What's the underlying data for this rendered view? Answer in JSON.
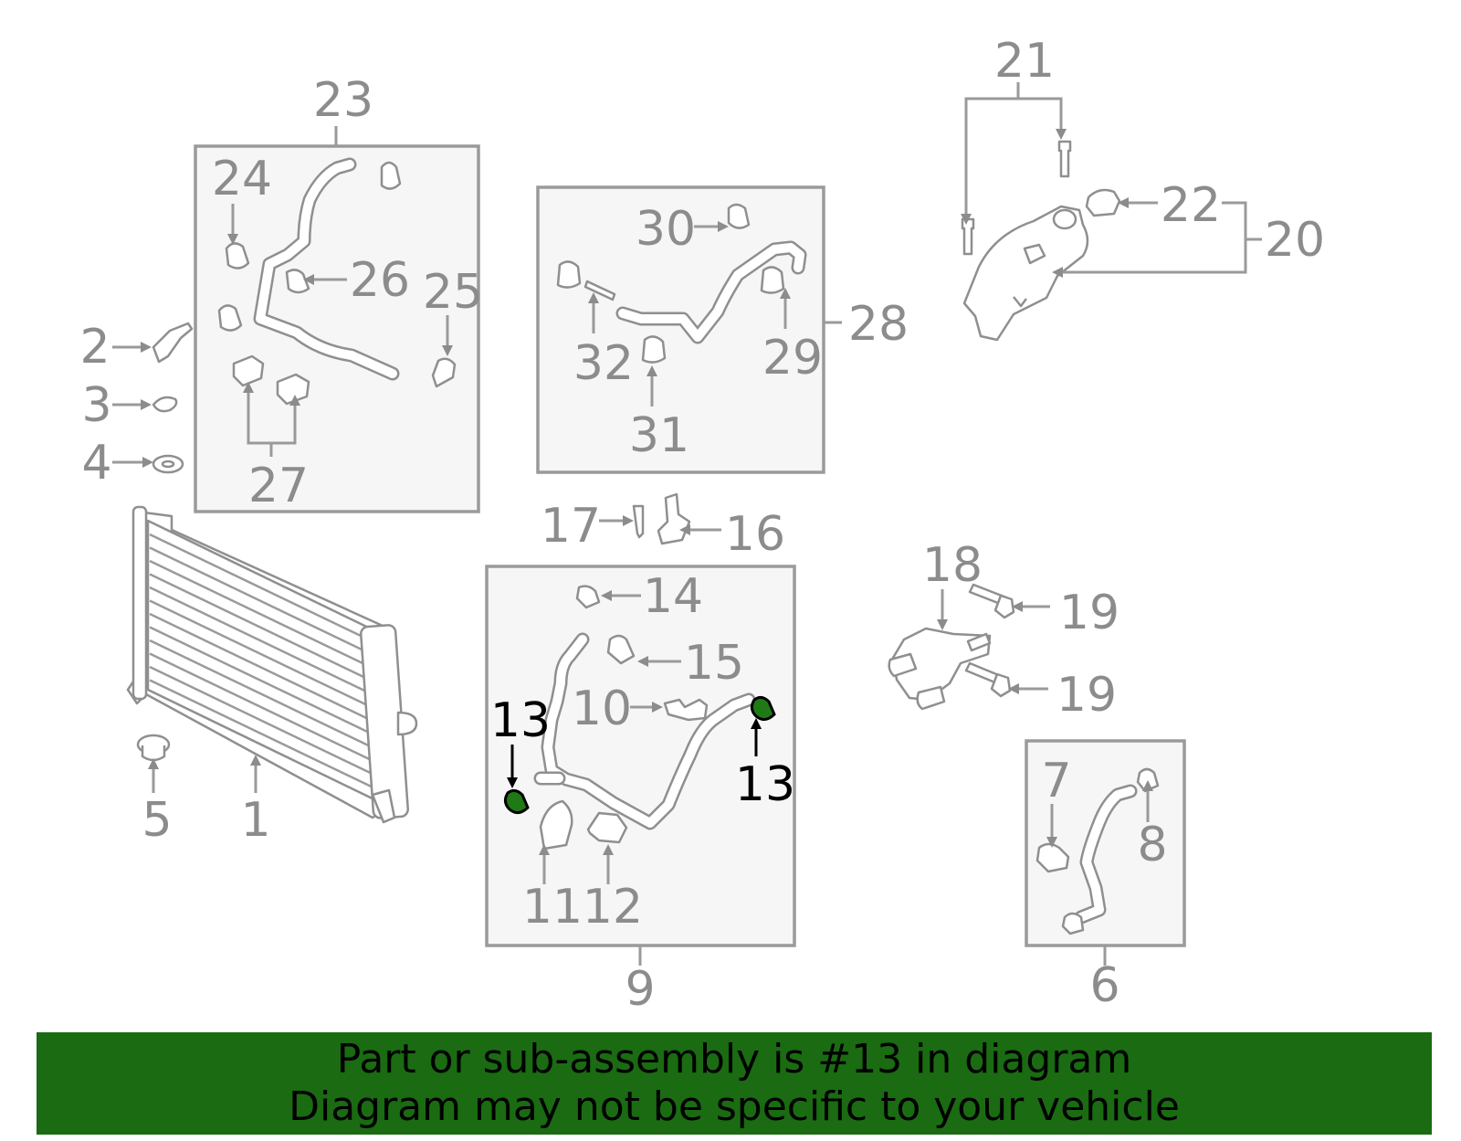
{
  "callouts": {
    "c1": "1",
    "c2": "2",
    "c3": "3",
    "c4": "4",
    "c5": "5",
    "c6": "6",
    "c7": "7",
    "c8": "8",
    "c9": "9",
    "c10": "10",
    "c11": "11",
    "c12": "12",
    "c13a": "13",
    "c13b": "13",
    "c14": "14",
    "c15": "15",
    "c16": "16",
    "c17": "17",
    "c18": "18",
    "c19a": "19",
    "c19b": "19",
    "c20": "20",
    "c21": "21",
    "c22": "22",
    "c23": "23",
    "c24": "24",
    "c25": "25",
    "c26": "26",
    "c27": "27",
    "c28": "28",
    "c29": "29",
    "c30": "30",
    "c31": "31",
    "c32": "32"
  },
  "highlighted_part": "13",
  "banner": {
    "line1": "Part or sub-assembly is #13 in diagram",
    "line2": "Diagram may not be specific to your vehicle",
    "color": "#1a6b12"
  },
  "colors": {
    "line": "#9a9a9a",
    "label": "#8c8c8c",
    "highlight_fill": "#1f7a16",
    "box_fill": "#f6f6f6"
  }
}
